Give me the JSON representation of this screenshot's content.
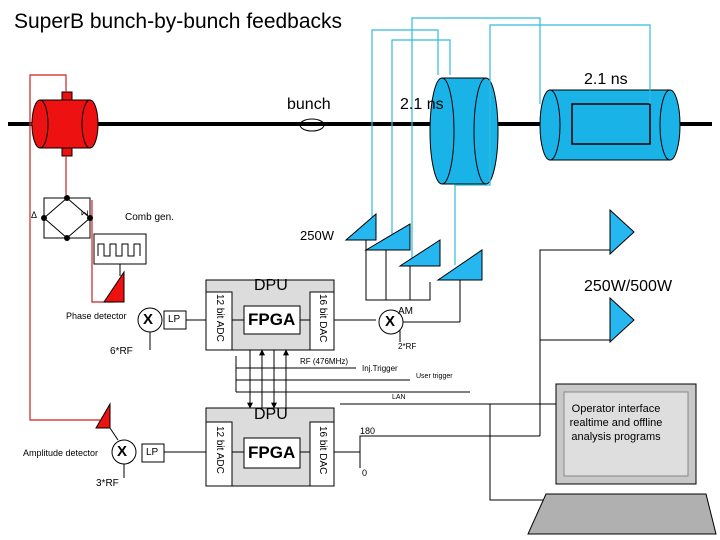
{
  "title": "SuperB bunch-by-bunch feedbacks",
  "labels": {
    "bunch": "bunch",
    "delay_1": "2.1 ns",
    "delay_2": "2.1 ns",
    "comb_gen": "Comb gen.",
    "power_1": "250W",
    "power_2": "250W/500W",
    "dpu_top": "DPU",
    "dpu_bottom": "DPU",
    "phase_detector": "Phase detector",
    "amplitude_detector": "Amplitude detector",
    "mixer": "X",
    "lp": "LP",
    "adc": "12 bit ADC",
    "dac": "16 bit DAC",
    "fpga": "FPGA",
    "am": "AM",
    "am_mixer": "X",
    "rf_2": "2*RF",
    "rf_6": "6*RF",
    "rf_3": "3*RF",
    "rf_476": "RF (476MHz)",
    "inj_trigger": "Inj.Trigger",
    "user_trigger": "User trigger",
    "lan": "LAN",
    "val_180": "180",
    "val_0": "0",
    "operator": "Operator interface realtime and offline analysis programs",
    "delta": "Δ",
    "sigma": "Σ"
  },
  "colors": {
    "cavity_red": "#ee1111",
    "kicker_blue": "#1ab3e8",
    "amp_blue": "#26b6f0",
    "cyan_wire": "#33bbdd",
    "red_wire": "#cc2222",
    "dpu_box": "#dcdcdc"
  }
}
